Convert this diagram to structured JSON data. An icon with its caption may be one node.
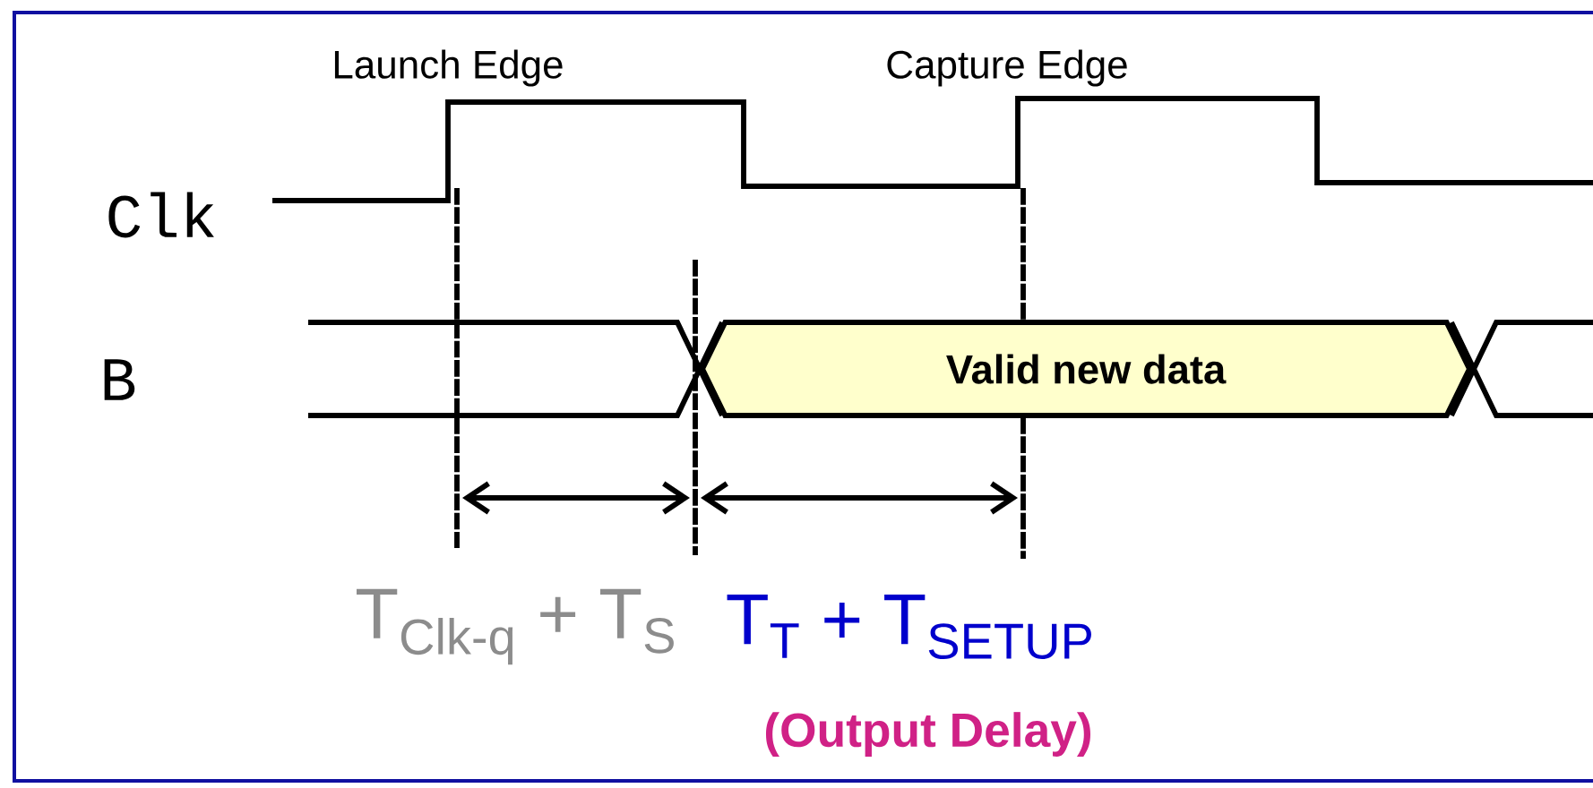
{
  "diagram": {
    "nodes": [
      {
        "text": [
          "Valid new data"
        ]
      }
    ],
    "labels": [
      "Launch Edge",
      "Capture Edge",
      "Clk",
      "B",
      "T$_{Clk-q}$ + T$_{S}$",
      "T$_{T}$ + T$_{SETUP}$",
      "(Output Delay)"
    ]
  }
}
